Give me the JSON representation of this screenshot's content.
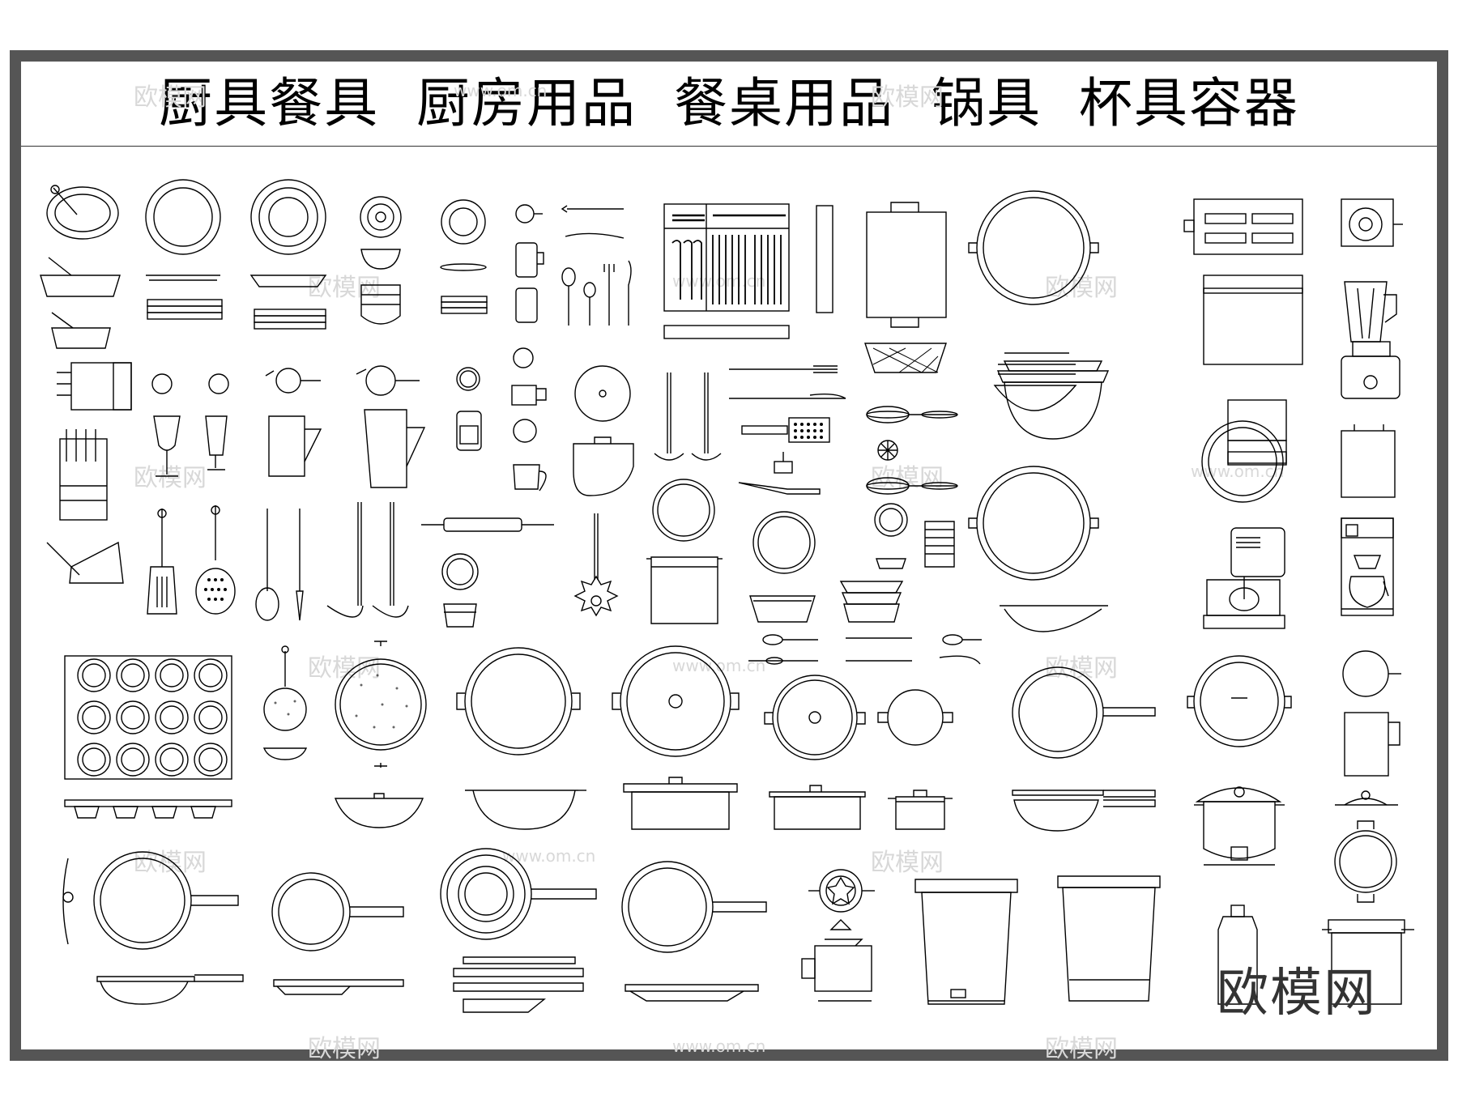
{
  "title": "厨具餐具  厨房用品  餐桌用品  锅具  杯具容器",
  "watermark": {
    "logo_text": "欧模网",
    "url_text": "www.om.cn"
  },
  "colors": {
    "frame": "#555555",
    "line": "#000000",
    "watermark": "#d8d8d8"
  },
  "icons": [
    "mortar-icon",
    "plate-icon",
    "bowl-stack-icon",
    "cup-icon",
    "cutlery-icon",
    "cutlery-tray-icon",
    "baking-tray-icon",
    "wok-icon",
    "toaster-icon",
    "induction-cooker-icon",
    "knife-block-icon",
    "wine-glass-icon",
    "jug-icon",
    "ladle-icon",
    "whisk-icon",
    "pot-icon",
    "blender-icon",
    "stand-mixer-icon",
    "coffee-maker-icon",
    "muffin-tray-icon",
    "strainer-icon",
    "frying-pan-icon",
    "stock-pot-icon",
    "rice-cooker-icon",
    "juicer-icon",
    "trash-bin-icon",
    "bottle-icon",
    "kettle-icon"
  ]
}
